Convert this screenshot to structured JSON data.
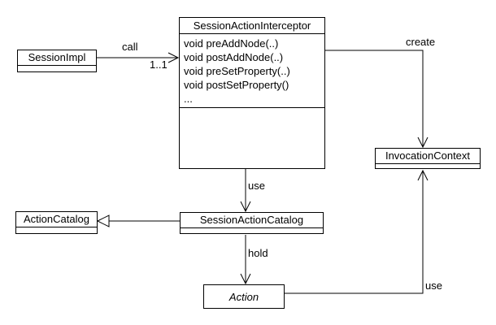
{
  "diagram": {
    "colors": {
      "background": "#ffffff",
      "line": "#000000",
      "text": "#000000"
    },
    "classes": {
      "session_impl": {
        "name": "SessionImpl"
      },
      "interceptor": {
        "name": "SessionActionInterceptor",
        "methods": [
          "void preAddNode(..)",
          "void postAddNode(..)",
          "void preSetProperty(..)",
          "void postSetProperty()",
          "..."
        ]
      },
      "invocation_context": {
        "name": "InvocationContext"
      },
      "action_catalog": {
        "name": "ActionCatalog"
      },
      "session_action_catalog": {
        "name": "SessionActionCatalog"
      },
      "action": {
        "name": "Action"
      }
    },
    "labels": {
      "call": "call",
      "call_multiplicity": "1..1",
      "create": "create",
      "use_catalog": "use",
      "hold": "hold",
      "use_context": "use"
    }
  }
}
